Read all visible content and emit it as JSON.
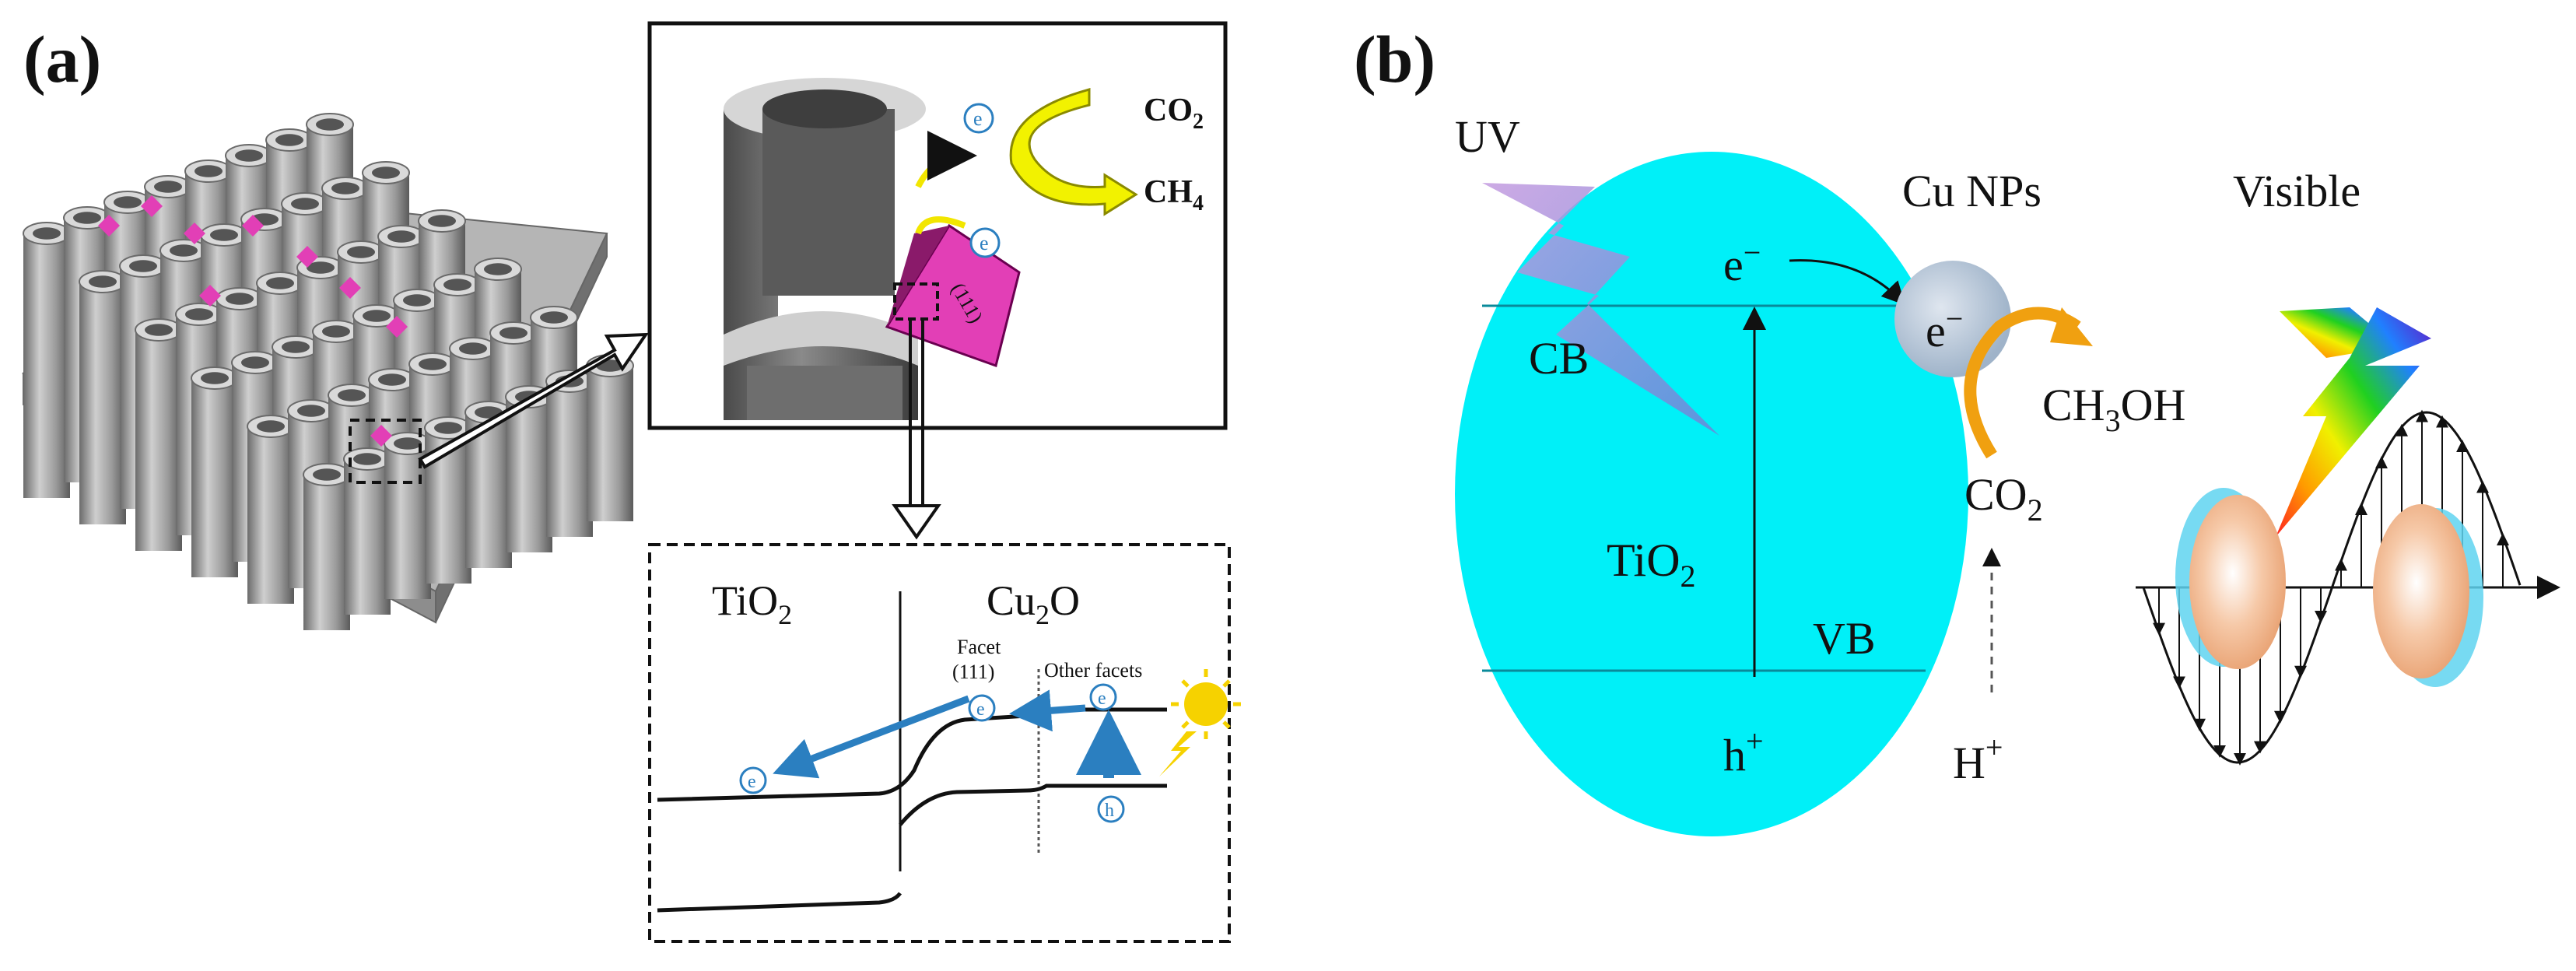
{
  "panel_a": {
    "label": "(a)",
    "zoom": {
      "co2": "CO",
      "co2_sub": "2",
      "ch4": "CH",
      "ch4_sub": "4",
      "electron_1": "e",
      "electron_2": "e",
      "facet_mark": "(111)"
    },
    "band": {
      "tio2": "TiO",
      "tio2_sub": "2",
      "cu2o": "Cu",
      "cu2o_sub": "2",
      "cu2o_tail": "O",
      "facet_line1": "Facet",
      "facet_line2": "(111)",
      "other_facets": "Other facets",
      "electron_a": "e",
      "electron_b": "e",
      "electron_c": "e",
      "hole": "h"
    }
  },
  "panel_b": {
    "label": "(b)",
    "uv": "UV",
    "cu_nps": "Cu NPs",
    "visible": "Visible",
    "cb": "CB",
    "vb": "VB",
    "tio2": "TiO",
    "tio2_sub": "2",
    "e_minus_1": "e",
    "e_minus_2": "e",
    "minus": "−",
    "h_plus": "h",
    "plus": "+",
    "ch3oh_a": "CH",
    "ch3oh_sub": "3",
    "ch3oh_b": "OH",
    "co2": "CO",
    "co2_sub": "2",
    "h_ion": "H",
    "h_ion_sup": "+"
  },
  "colors": {
    "tio2_particle": "#00f0f8",
    "pink": "#e23fb6",
    "yellow": "#f2f200",
    "arrow_blue": "#2b7fc0",
    "orange": "#f0a010",
    "tube_gray": "#8c8c8c"
  }
}
